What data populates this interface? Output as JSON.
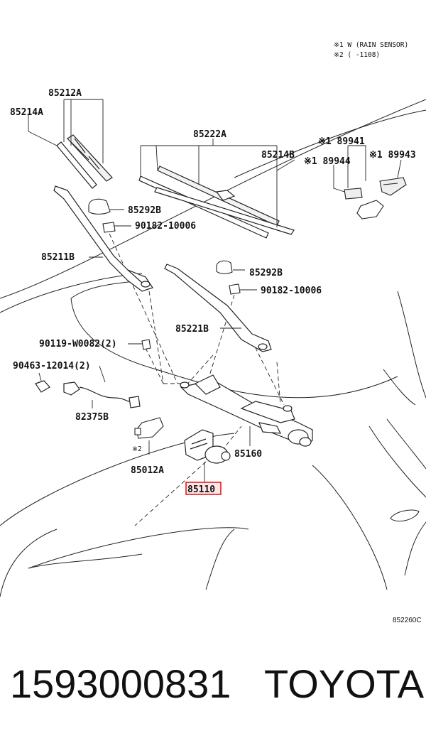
{
  "notes": {
    "note1": "※1 W (RAIN SENSOR)",
    "note2": "※2 (      -1108)"
  },
  "parts": {
    "p85212A": "85212A",
    "p85214A": "85214A",
    "p85222A": "85222A",
    "p85214B": "85214B",
    "p89941": "※1 89941",
    "p89944": "※1 89944",
    "p89943": "※1 89943",
    "p85292B_1": "85292B",
    "p90182_1": "90182-10006",
    "p85211B": "85211B",
    "p85292B_2": "85292B",
    "p90182_2": "90182-10006",
    "p85221B": "85221B",
    "p90119": "90119-W0082(2)",
    "p90463": "90463-12014(2)",
    "p82375B": "82375B",
    "note_x2": "※2",
    "p85012A": "85012A",
    "p85160": "85160",
    "p85110": "85110"
  },
  "highlighted_part": "85110",
  "diagram_code": "852260C",
  "footer": {
    "number": "1593000831",
    "brand": "TOYOTA"
  },
  "colors": {
    "highlight": "#d00000"
  }
}
